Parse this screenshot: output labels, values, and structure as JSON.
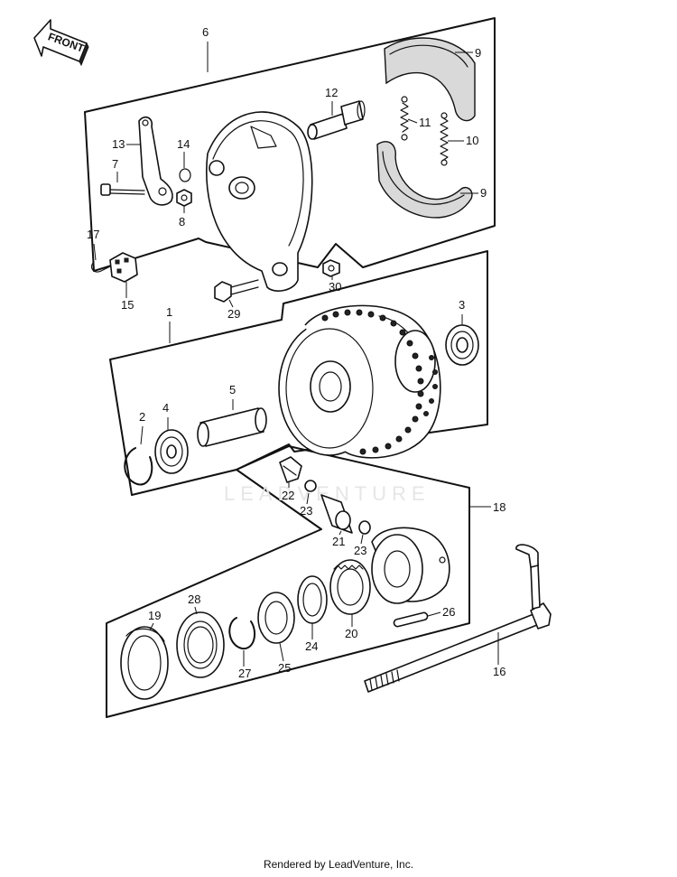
{
  "front_arrow_label": "FRONT",
  "watermark": "LEADVENTURE",
  "footer_text": "Rendered by LeadVenture, Inc.",
  "callouts": {
    "c1": "1",
    "c2": "2",
    "c3": "3",
    "c4": "4",
    "c5": "5",
    "c6": "6",
    "c7": "7",
    "c8": "8",
    "c9a": "9",
    "c9b": "9",
    "c10": "10",
    "c11": "11",
    "c12": "12",
    "c13": "13",
    "c14": "14",
    "c15": "15",
    "c16": "16",
    "c17": "17",
    "c18": "18",
    "c19": "19",
    "c20": "20",
    "c21": "21",
    "c22": "22",
    "c23a": "23",
    "c23b": "23",
    "c24": "24",
    "c25": "25",
    "c26": "26",
    "c27": "27",
    "c28": "28",
    "c29": "29",
    "c30": "30"
  }
}
